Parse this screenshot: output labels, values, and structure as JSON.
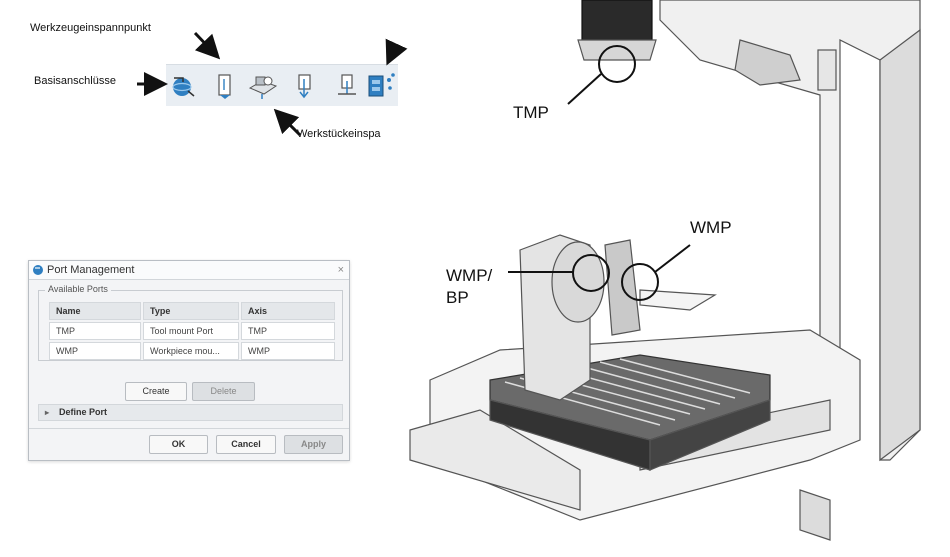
{
  "callouts": {
    "tool_mount_point": "Werkzeugeinspannpunkt",
    "base_connections": "Basisanschlüsse",
    "workpiece_mount_point": "Werkstückeinspa"
  },
  "toolbar": {
    "icons": [
      "base-connection-icon",
      "tool-mount-port-icon",
      "workpiece-mount-port-icon",
      "port-down-icon",
      "port-insert-icon",
      "port-management-icon"
    ]
  },
  "dialog": {
    "title": "Port Management",
    "close": "×",
    "group_label": "Available Ports",
    "columns": [
      "Name",
      "Type",
      "Axis"
    ],
    "rows": [
      [
        "TMP",
        "Tool mount Port",
        "TMP"
      ],
      [
        "WMP",
        "Workpiece mou...",
        "WMP"
      ]
    ],
    "create_label": "Create",
    "delete_label": "Delete",
    "define_port_label": "Define Port",
    "ok_label": "OK",
    "cancel_label": "Cancel",
    "apply_label": "Apply"
  },
  "machine_labels": {
    "tmp": "TMP",
    "wmp": "WMP",
    "wmp_bp_line1": "WMP/",
    "wmp_bp_line2": "BP"
  },
  "colors": {
    "toolbar_bg": "#e9eef3",
    "dialog_bg": "#f3f4f6",
    "icon_blue": "#2f7fc1"
  }
}
